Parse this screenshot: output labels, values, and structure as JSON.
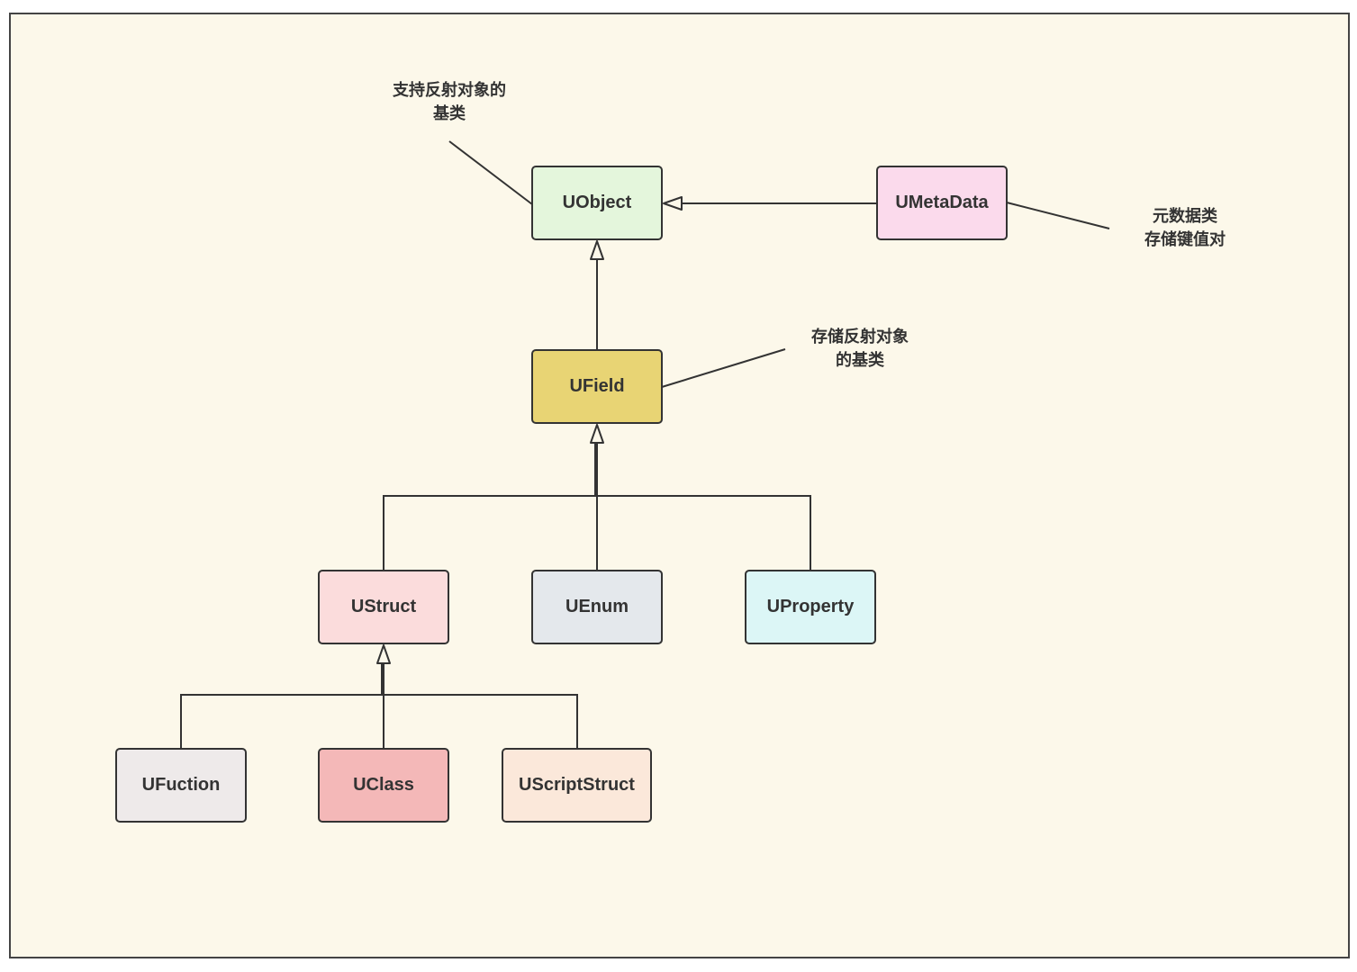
{
  "nodes": {
    "uobject": {
      "label": "UObject",
      "fill": "#e4f6dc"
    },
    "umetadata": {
      "label": "UMetaData",
      "fill": "#fbdaec"
    },
    "ufield": {
      "label": "UField",
      "fill": "#e8d474"
    },
    "ustruct": {
      "label": "UStruct",
      "fill": "#fbdcdc"
    },
    "uenum": {
      "label": "UEnum",
      "fill": "#e4e8ec"
    },
    "uproperty": {
      "label": "UProperty",
      "fill": "#dcf6f6"
    },
    "ufuction": {
      "label": "UFuction",
      "fill": "#eeeaea"
    },
    "uclass": {
      "label": "UClass",
      "fill": "#f4b8b8"
    },
    "uscriptstruct": {
      "label": "UScriptStruct",
      "fill": "#fbe8da"
    }
  },
  "notes": {
    "uobject": {
      "line1": "支持反射对象的",
      "line2": "基类"
    },
    "umetadata": {
      "line1": "元数据类",
      "line2": "存储键值对"
    },
    "ufield": {
      "line1": "存储反射对象",
      "line2": "的基类"
    }
  },
  "edges": [
    {
      "from": "umetadata",
      "to": "uobject",
      "type": "inheritance"
    },
    {
      "from": "ufield",
      "to": "uobject",
      "type": "inheritance"
    },
    {
      "from": "ustruct",
      "to": "ufield",
      "type": "inheritance"
    },
    {
      "from": "uenum",
      "to": "ufield",
      "type": "inheritance"
    },
    {
      "from": "uproperty",
      "to": "ufield",
      "type": "inheritance"
    },
    {
      "from": "ufuction",
      "to": "ustruct",
      "type": "inheritance"
    },
    {
      "from": "uclass",
      "to": "ustruct",
      "type": "inheritance"
    },
    {
      "from": "uscriptstruct",
      "to": "ustruct",
      "type": "inheritance"
    }
  ],
  "colors": {
    "background": "#fcf8ea",
    "stroke": "#333333"
  }
}
